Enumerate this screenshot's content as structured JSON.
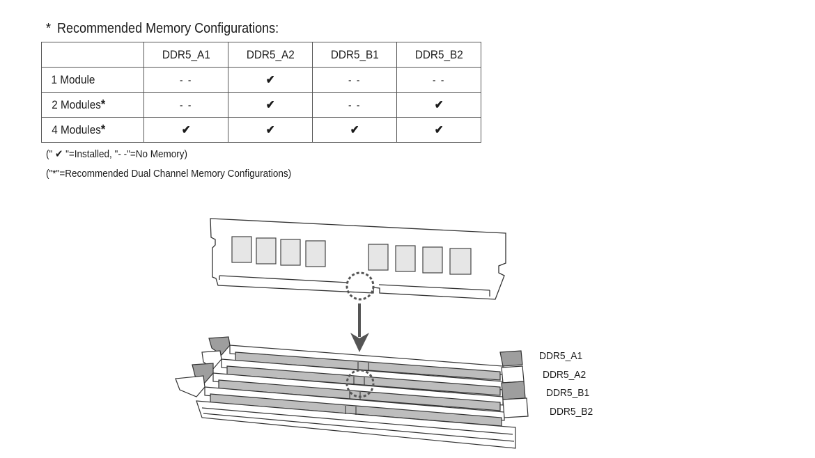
{
  "title": {
    "star": "*",
    "text": "Recommended Memory Configurations:"
  },
  "table": {
    "columns": [
      "DDR5_A1",
      "DDR5_A2",
      "DDR5_B1",
      "DDR5_B2"
    ],
    "rows": [
      {
        "label": "1 Module",
        "suffix": "",
        "cells": [
          "- -",
          "✔",
          "- -",
          "- -"
        ]
      },
      {
        "label": "2 Modules",
        "suffix": "*",
        "cells": [
          "- -",
          "✔",
          "- -",
          "✔"
        ]
      },
      {
        "label": "4 Modules",
        "suffix": "*",
        "cells": [
          "✔",
          "✔",
          "✔",
          "✔"
        ]
      }
    ]
  },
  "notes": {
    "installed": "(\" ✔ \"=Installed, \"- -\"=No Memory)",
    "dual_channel": "(\"*\"=Recommended Dual Channel Memory Configurations)"
  },
  "slot_labels": [
    "DDR5_A1",
    "DDR5_A2",
    "DDR5_B1",
    "DDR5_B2"
  ]
}
